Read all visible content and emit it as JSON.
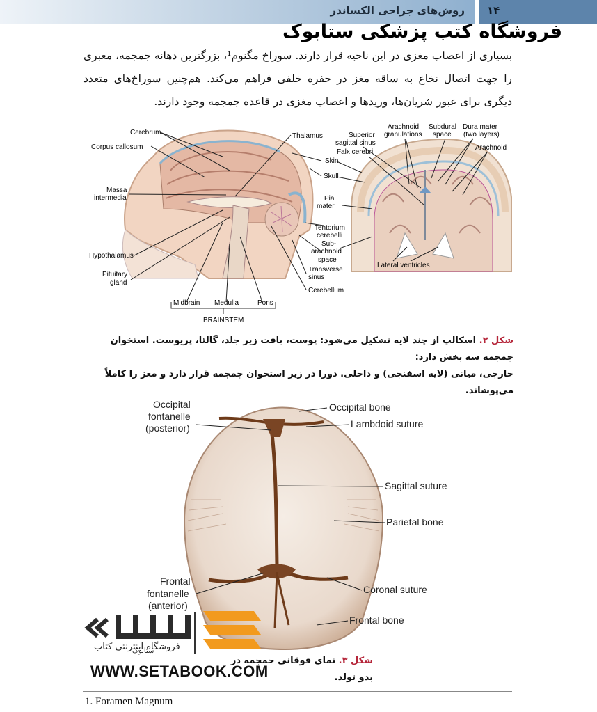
{
  "header": {
    "title": "روش‌های جراحی الکساندر",
    "page_number": "۱۴"
  },
  "store_title": "فروشگاه کتب پزشکی ستابوک",
  "body": {
    "paragraph": "بسیاری از اعصاب مغزی در این ناحیه قرار دارند. سوراخ مگنوم¹، بزرگترین دهانه جمجمه، معبری را جهت اتصال نخاع به ساقه مغز در حفره خلفی فراهم می‌کند. هم‌چنین سوراخ‌های متعدد دیگری برای عبور شریان‌ها، وریدها و اعصاب مغزی در قاعده جمجمه وجود دارند."
  },
  "figure2": {
    "labels": {
      "cerebrum": "Cerebrum",
      "corpus_callosum": "Corpus callosum",
      "massa_1": "Massa",
      "massa_2": "intermedia",
      "hypothalamus": "Hypothalamus",
      "pituitary_1": "Pituitary",
      "pituitary_2": "gland",
      "thalamus": "Thalamus",
      "skin": "Skin",
      "skull": "Skull",
      "pia_1": "Pia",
      "pia_2": "mater",
      "tentorium_1": "Tentorium",
      "tentorium_2": "cerebelli",
      "sub_1": "Sub-",
      "sub_2": "arachnoid",
      "sub_3": "space",
      "transverse_1": "Transverse",
      "transverse_2": "sinus",
      "cerebellum": "Cerebellum",
      "midbrain": "Midbrain",
      "medulla": "Medulla",
      "pons": "Pons",
      "brainstem": "BRAINSTEM",
      "superior_1": "Superior",
      "superior_2": "sagittal sinus",
      "arach_gran_1": "Arachnoid",
      "arach_gran_2": "granulations",
      "subdural_1": "Subdural",
      "subdural_2": "space",
      "dura_1": "Dura mater",
      "dura_2": "(two layers)",
      "arachnoid": "Arachnoid",
      "falx": "Falx cerebri",
      "lateral_ventricles": "Lateral ventricles"
    },
    "caption_label": "شکل ۲.",
    "caption_line1": "اسکالپ از چند لایه تشکیل می‌شود: پوست، بافت زیر جلد، گالئا، پریوست. استخوان جمجمه سه بخش دارد:",
    "caption_line2": "خارجی، میانی (لایه اسفنجی) و داخلی. دورا در زیر استخوان جمجمه قرار دارد و مغز را کاملاً می‌پوشاند."
  },
  "figure3": {
    "labels": {
      "occ_font_1": "Occipital",
      "occ_font_2": "fontanelle",
      "occ_font_3": "(posterior)",
      "occipital_bone": "Occipital bone",
      "lambdoid": "Lambdoid suture",
      "sagittal": "Sagittal suture",
      "parietal": "Parietal bone",
      "front_font_1": "Frontal",
      "front_font_2": "fontanelle",
      "front_font_3": "(anterior)",
      "coronal": "Coronal suture",
      "frontal_bone": "Frontal bone"
    },
    "caption_label": "شکل ۳.",
    "caption_text": "نمای فوقانی جمجمه در بدو تولد."
  },
  "watermark": {
    "brand": "ستابوک",
    "tagline": "فروشگاه اینترنتی کتاب",
    "url": "WWW.SETABOOK.COM"
  },
  "footnote": "1. Foramen Magnum"
}
